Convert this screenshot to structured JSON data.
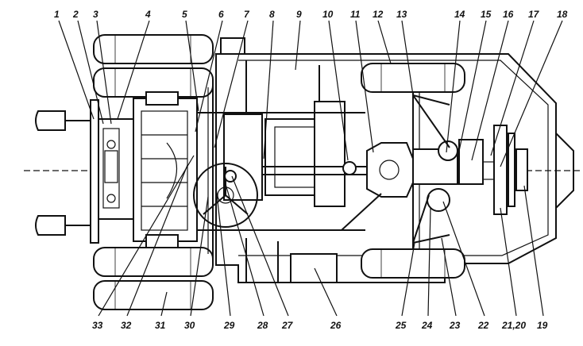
{
  "labels_top": [
    "1",
    "2",
    "3",
    "4",
    "5",
    "6",
    "7",
    "8",
    "9",
    "10",
    "11",
    "12",
    "13",
    "14",
    "15",
    "16",
    "17",
    "18"
  ],
  "labels_bottom": [
    "33",
    "32",
    "31",
    "30",
    "29",
    "28",
    "27",
    "26",
    "25",
    "24",
    "23",
    "22",
    "21,20",
    "19"
  ]
}
